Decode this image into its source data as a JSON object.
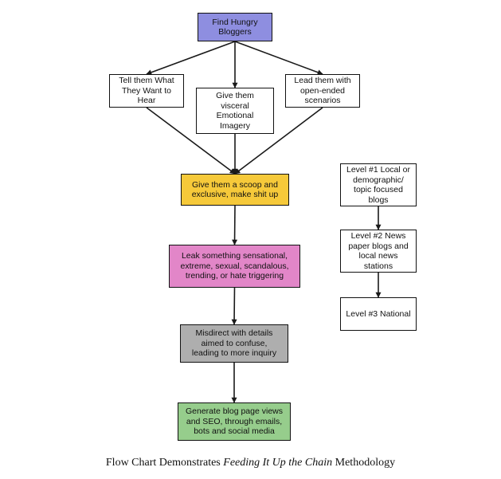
{
  "colors": {
    "find": "#8e8ee0",
    "scoop": "#f6c93a",
    "leak": "#e286c8",
    "misdirect": "#aeaeae",
    "generate": "#96cd8c",
    "plain": "#ffffff",
    "line": "#1a1a1a"
  },
  "nodes": {
    "find": "Find Hungry\nBloggers",
    "tell": "Tell them What\nThey Want to\nHear",
    "visceral": "Give them\nvisceral\nEmotional\nImagery",
    "lead": "Lead them with\nopen-ended\nscenarios",
    "scoop": "Give them a scoop and\nexclusive, make shit up",
    "leak": "Leak something sensational,\nextreme, sexual, scandalous,\ntrending, or hate triggering",
    "misdirect": "Misdirect with details\naimed to confuse,\nleading to more inquiry",
    "generate": "Generate blog page views\nand SEO, through emails,\nbots and social media",
    "level1": "Level #1 Local or\ndemographic/\ntopic focused\nblogs",
    "level2": "Level #2 News\npaper blogs and\nlocal news\nstations",
    "level3": "Level #3 National"
  },
  "edges": [
    {
      "from": "find",
      "to": "tell"
    },
    {
      "from": "find",
      "to": "visceral"
    },
    {
      "from": "find",
      "to": "lead"
    },
    {
      "from": "tell",
      "to": "scoop"
    },
    {
      "from": "visceral",
      "to": "scoop"
    },
    {
      "from": "lead",
      "to": "scoop"
    },
    {
      "from": "scoop",
      "to": "leak"
    },
    {
      "from": "leak",
      "to": "misdirect"
    },
    {
      "from": "misdirect",
      "to": "generate"
    },
    {
      "from": "level1",
      "to": "level2"
    },
    {
      "from": "level2",
      "to": "level3"
    }
  ],
  "caption": {
    "prefix": "Flow Chart Demonstrates ",
    "italic": "Feeding It Up the Chain",
    "suffix": " Methodology"
  }
}
